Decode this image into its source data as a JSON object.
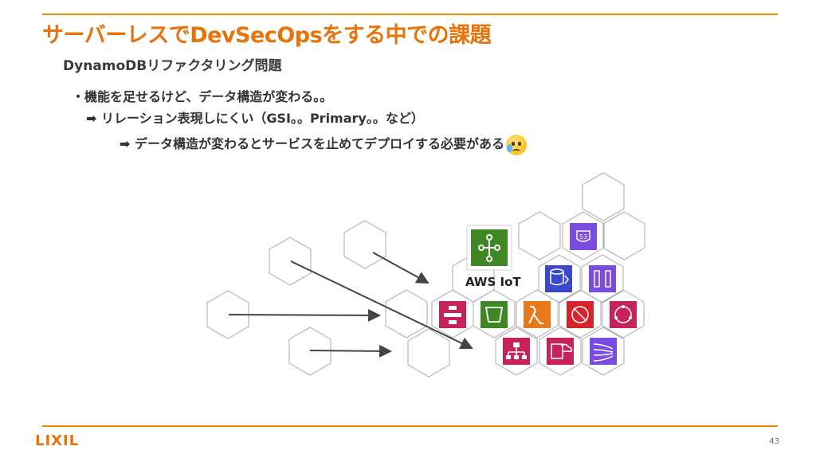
{
  "title": "サーバーレスでDevSecOpsをする中での課題",
  "subtitle": "DynamoDBリファクタリング問題",
  "bullets": [
    "・機能を足せるけど、データ構造が変わる。。",
    "➡ リレーション表現しにくい（GSI。。Primary。。など）",
    "➡ データ構造が変わるとサービスを止めてデプロイする必要がある"
  ],
  "emoji": "crying-face",
  "diagram": {
    "highlight_label": "AWS IoT",
    "icons": [
      "aws-iot-icon",
      "route53-icon",
      "dynamodb-icon",
      "api-gateway-icon",
      "step-functions-icon",
      "s3-icon",
      "lambda-icon",
      "waf-icon",
      "appsync-icon",
      "cloudformation-icon",
      "cloudwatch-logs-icon",
      "kinesis-icon"
    ]
  },
  "footer": {
    "logo": "LIXIL",
    "page_number": "43"
  },
  "colors": {
    "accent": "#ED8B00",
    "title": "#E8730A",
    "iot_green": "#3F8624",
    "route_purple": "#7B4CE0",
    "db_blue": "#3B48CC",
    "pink": "#C7225A",
    "orange": "#E7791A",
    "red": "#D6242D"
  }
}
